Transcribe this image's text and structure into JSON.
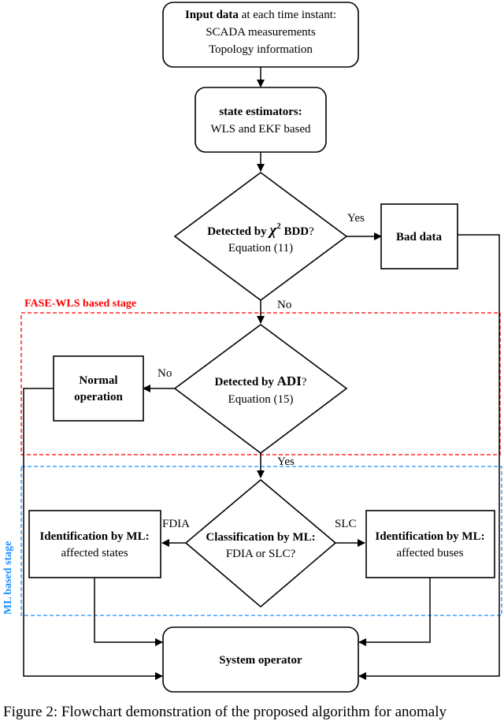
{
  "stages": {
    "fase": "FASE-WLS based stage",
    "ml": "ML based stage"
  },
  "nodes": {
    "input": {
      "bold": "Input data",
      "rest": " at each time instant:",
      "line2": "SCADA measurements",
      "line3": "Topology information"
    },
    "estimators": {
      "line1": "state estimators:",
      "line2": "WLS and EKF based"
    },
    "bdd": {
      "prefix": "Detected by ",
      "symbol": "χ",
      "sup": "2",
      "bold_tail": " BDD",
      "tail": "?",
      "line2": "Equation (11)"
    },
    "bad_data": {
      "label": "Bad data"
    },
    "adi": {
      "prefix": "Detected by ",
      "symbol": "ADI",
      "tail": "?",
      "line2": "Equation (15)"
    },
    "normal": {
      "line1": "Normal",
      "line2": "operation"
    },
    "classify": {
      "line1": "Classification by ML:",
      "line2": "FDIA or SLC?"
    },
    "ident_states": {
      "line1": "Identification by ML:",
      "line2": "affected states"
    },
    "ident_buses": {
      "line1": "Identification by ML:",
      "line2": "affected buses"
    },
    "operator": {
      "label": "System operator"
    }
  },
  "edges": {
    "yes1": "Yes",
    "no1": "No",
    "no2": "No",
    "yes2": "Yes",
    "fdia": "FDIA",
    "slc": "SLC"
  },
  "caption": "Figure 2: Flowchart demonstration of the proposed algorithm for anomaly"
}
